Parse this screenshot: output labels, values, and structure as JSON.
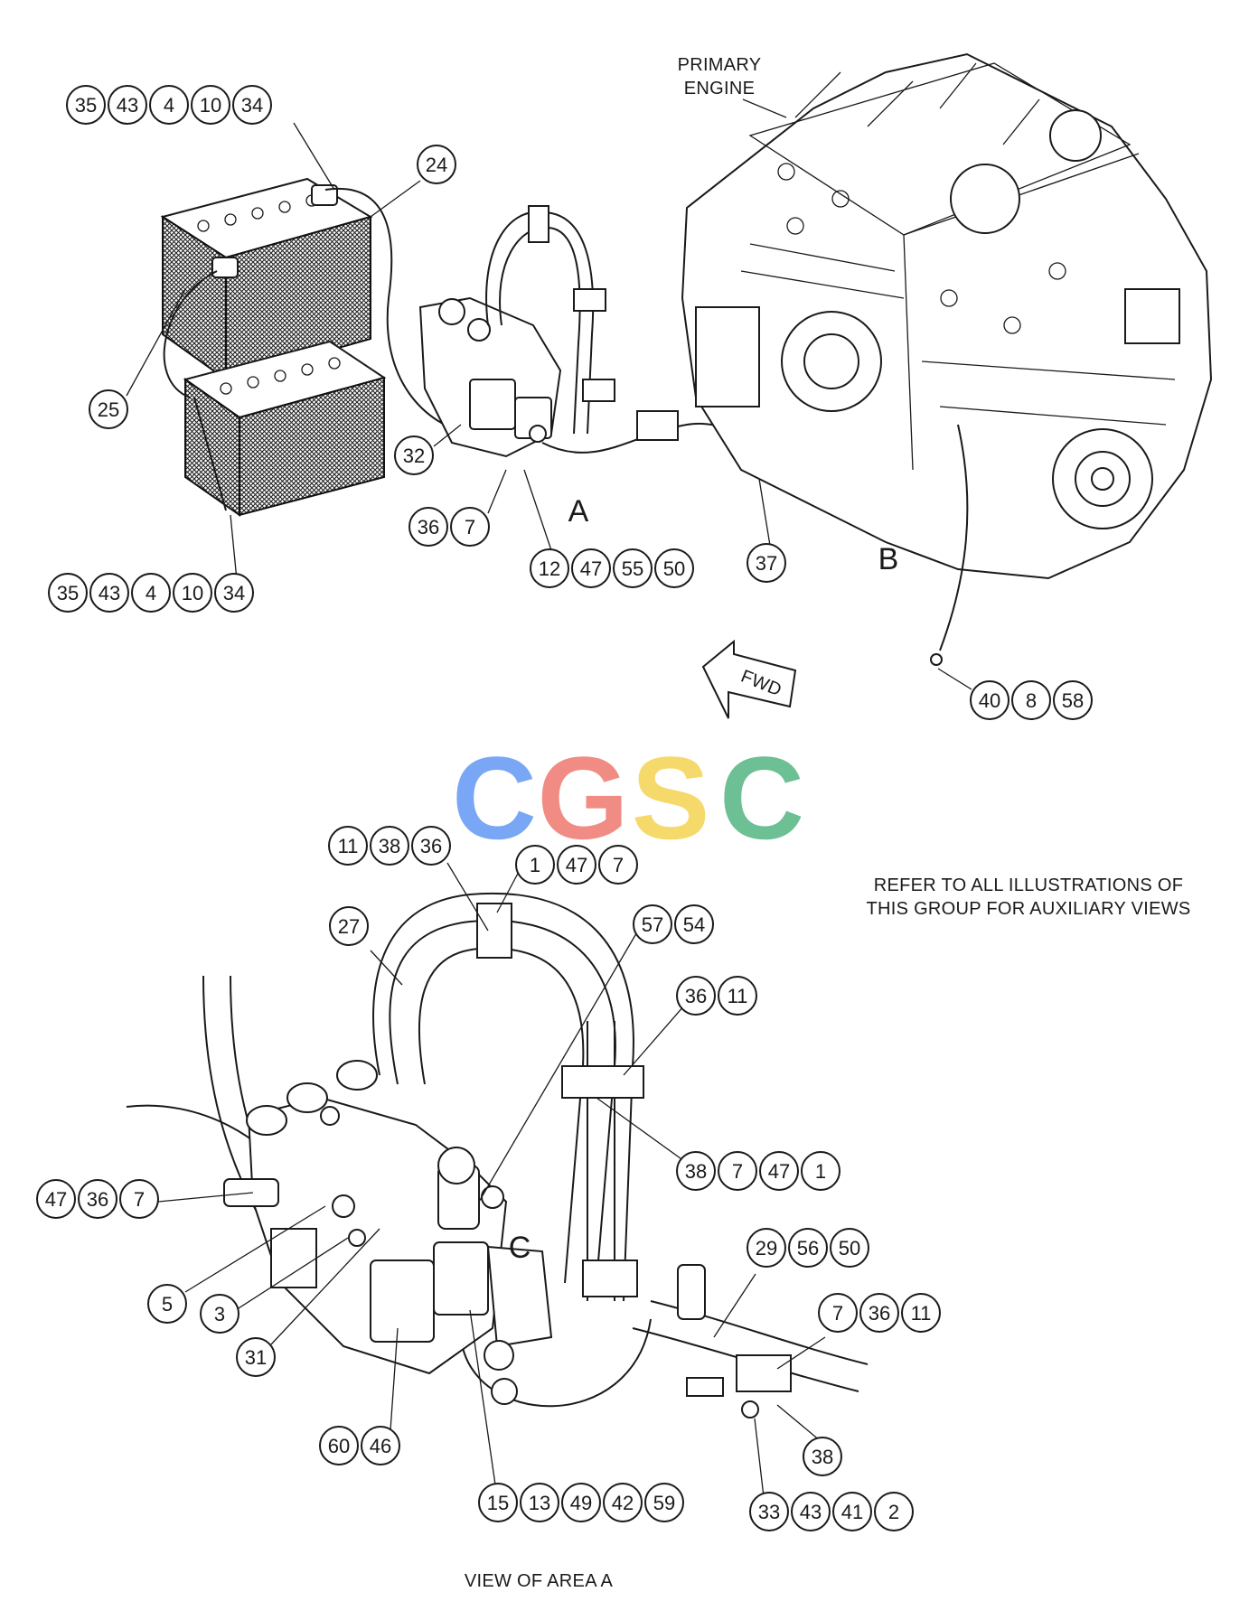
{
  "labels": {
    "primary_engine_line1": "PRIMARY",
    "primary_engine_line2": "ENGINE",
    "area_a": "A",
    "area_b": "B",
    "area_c": "C",
    "fwd": "FWD",
    "refer_line1": "REFER TO ALL ILLUSTRATIONS OF",
    "refer_line2": "THIS GROUP FOR AUXILIARY VIEWS",
    "view_caption": "VIEW OF AREA A"
  },
  "watermark": {
    "letters": [
      "C",
      "G",
      "S",
      "C"
    ],
    "colors": [
      "#7aa7f5",
      "#f08c84",
      "#f6d96b",
      "#6dbf94"
    ]
  },
  "callouts": {
    "g1": [
      "35",
      "43",
      "4",
      "10",
      "34"
    ],
    "g2": [
      "24"
    ],
    "g3": [
      "25"
    ],
    "g4": [
      "32"
    ],
    "g5": [
      "36",
      "7"
    ],
    "g6": [
      "12",
      "47",
      "55",
      "50"
    ],
    "g7": [
      "37"
    ],
    "g8": [
      "35",
      "43",
      "4",
      "10",
      "34"
    ],
    "g9": [
      "40",
      "8",
      "58"
    ],
    "g10": [
      "11",
      "38",
      "36"
    ],
    "g11": [
      "1",
      "47",
      "7"
    ],
    "g12": [
      "27"
    ],
    "g13": [
      "57",
      "54"
    ],
    "g14": [
      "36",
      "11"
    ],
    "g15": [
      "38",
      "7",
      "47",
      "1"
    ],
    "g16": [
      "47",
      "36",
      "7"
    ],
    "g17": [
      "29",
      "56",
      "50"
    ],
    "g18": [
      "7",
      "36",
      "11"
    ],
    "g19": [
      "5"
    ],
    "g20": [
      "3"
    ],
    "g21": [
      "31"
    ],
    "g22": [
      "38"
    ],
    "g23": [
      "60",
      "46"
    ],
    "g24": [
      "15",
      "13",
      "49",
      "42",
      "59"
    ],
    "g25": [
      "33",
      "43",
      "41",
      "2"
    ]
  }
}
